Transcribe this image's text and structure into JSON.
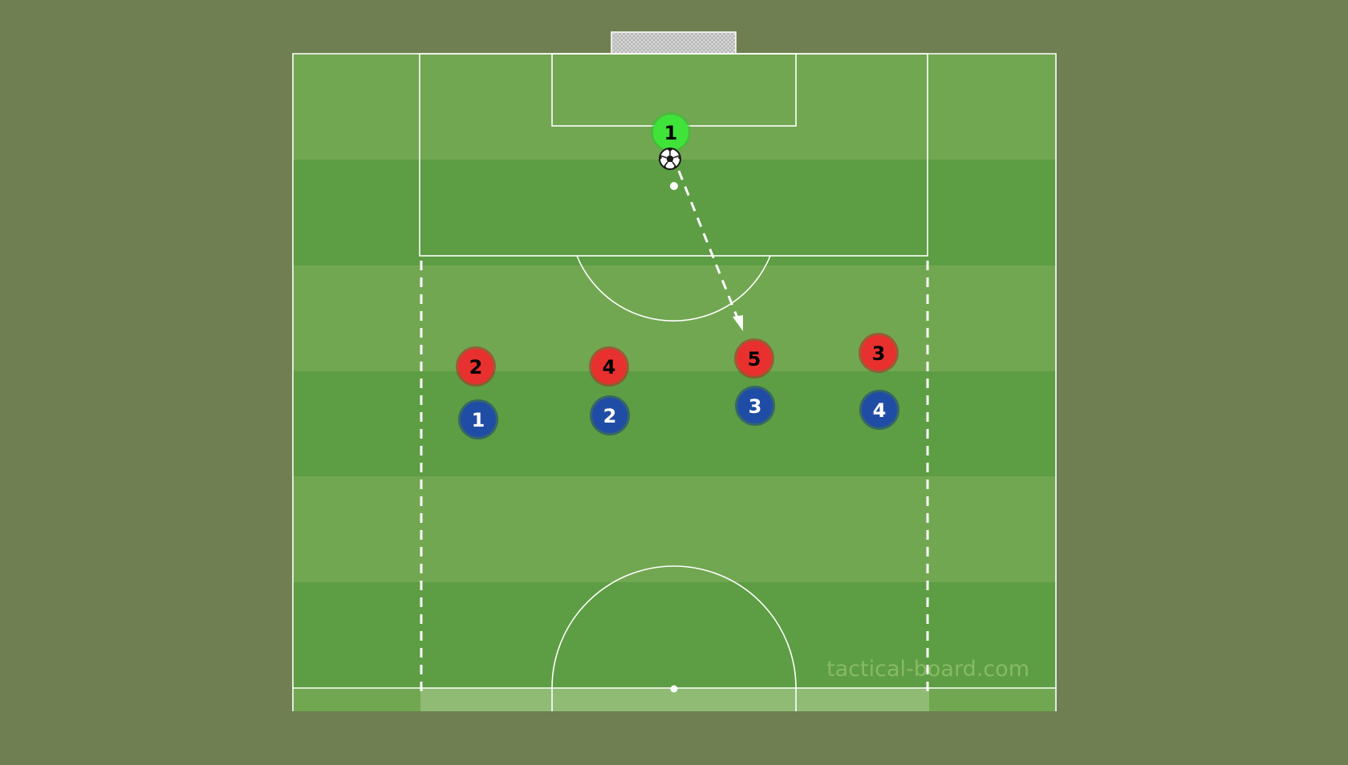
{
  "watermark": "tactical-board.com",
  "colors": {
    "background": "#6f7f51",
    "grass_light": "#72a752",
    "grass_dark": "#5d9d43",
    "line": "#ffffff",
    "team_red": "#e8312f",
    "team_blue": "#1f4da6",
    "goalkeeper": "#3fe33a"
  },
  "ball": {
    "icon": "soccer-ball-icon"
  },
  "players": [
    {
      "id": "gk-1",
      "team": "goalkeeper",
      "label": "1"
    },
    {
      "id": "red-2",
      "team": "red",
      "label": "2"
    },
    {
      "id": "red-4",
      "team": "red",
      "label": "4"
    },
    {
      "id": "red-5",
      "team": "red",
      "label": "5"
    },
    {
      "id": "red-3",
      "team": "red",
      "label": "3"
    },
    {
      "id": "blue-1",
      "team": "blue",
      "label": "1"
    },
    {
      "id": "blue-2",
      "team": "blue",
      "label": "2"
    },
    {
      "id": "blue-3",
      "team": "blue",
      "label": "3"
    },
    {
      "id": "blue-4",
      "team": "blue",
      "label": "4"
    }
  ]
}
